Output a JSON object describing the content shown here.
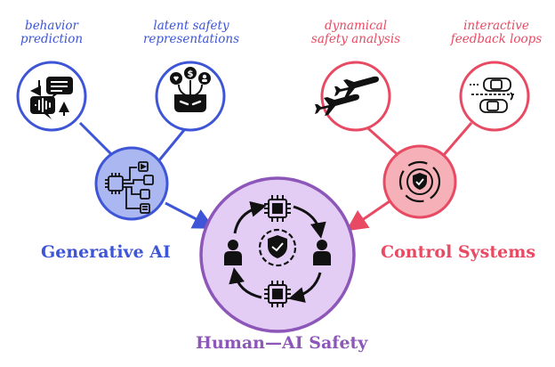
{
  "labels": {
    "behavior_prediction": [
      "behavior",
      "prediction"
    ],
    "latent_safety": [
      "latent safety",
      "representations"
    ],
    "dynamical_safety": [
      "dynamical",
      "safety analysis"
    ],
    "interactive_feedback": [
      "interactive",
      "feedback loops"
    ]
  },
  "titles": {
    "generative_ai": "Generative AI",
    "control_systems": "Control Systems",
    "human_ai_safety": "Human—AI Safety"
  },
  "colors": {
    "blue": "#3d55d6",
    "blue_fill": "#aab7f1",
    "red": "#e84a63",
    "red_fill": "#f6b1b8",
    "purple": "#8d56b9",
    "purple_fill": "#e3cdf5"
  },
  "icons": {
    "behavior": "chat-bubbles-icon",
    "latent": "latent-safety-icon",
    "generative": "neural-chip-icon",
    "dynamical": "airplanes-icon",
    "interactive": "cars-icon",
    "control": "control-loop-shield-icon",
    "human_ai": "human-ai-loop-icon"
  }
}
